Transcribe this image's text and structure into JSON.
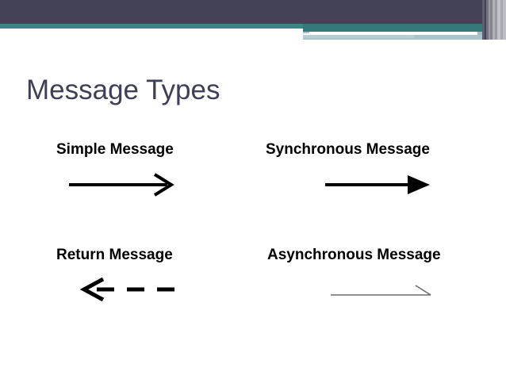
{
  "slide": {
    "title": "Message Types",
    "background_color": "#ffffff",
    "title_color": "#3f3f56"
  },
  "header": {
    "band_dark_color": "#434355",
    "band_teal_color": "#3d8487",
    "band_pale_color": "#a9c4ca",
    "accent_dark_color": "#35787c",
    "stripe_colors": [
      "#434355",
      "#5d5d6e",
      "#8c8c97",
      "#a8a8b0",
      "#c2c2c8",
      "#b2b2ba"
    ]
  },
  "content": {
    "items": [
      {
        "label": "Simple Message",
        "arrow": {
          "name": "simple-message-arrow",
          "direction": "right",
          "line_style": "solid",
          "head_style": "open",
          "color": "#000000",
          "thickness": 4,
          "length": 120
        }
      },
      {
        "label": "Synchronous Message",
        "arrow": {
          "name": "synchronous-message-arrow",
          "direction": "right",
          "line_style": "solid",
          "head_style": "filled",
          "color": "#000000",
          "thickness": 4,
          "length": 120
        }
      },
      {
        "label": "Return Message",
        "arrow": {
          "name": "return-message-arrow",
          "direction": "left",
          "line_style": "dashed",
          "head_style": "open",
          "color": "#000000",
          "thickness": 5,
          "length": 115
        }
      },
      {
        "label": "Asynchronous Message",
        "arrow": {
          "name": "asynchronous-message-arrow",
          "direction": "right",
          "line_style": "solid",
          "head_style": "half-open",
          "color": "#6b6b6b",
          "thickness": 1,
          "length": 125
        }
      }
    ]
  }
}
